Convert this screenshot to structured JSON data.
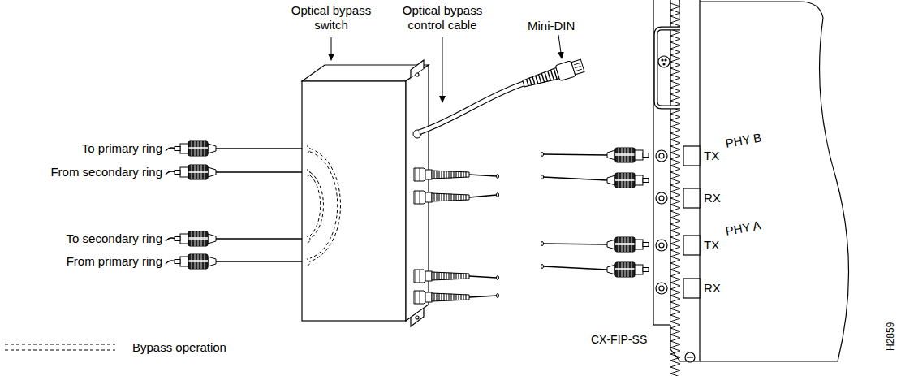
{
  "diagram": {
    "labels": [
      "Optical bypass switch",
      "Optical bypass control cable",
      "Mini-DIN",
      "To primary ring",
      "From secondary ring",
      "PHY B",
      "TX",
      "RX",
      "To secondary ring",
      "PHY A",
      "TX",
      "RX",
      "From primary ring",
      "CX-FIP-SS",
      "H2859"
    ],
    "legend": [
      {
        "text": "Bypass operation"
      }
    ]
  }
}
